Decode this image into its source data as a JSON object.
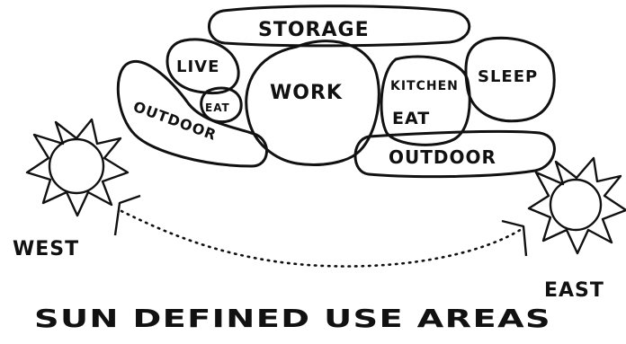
{
  "zones": {
    "storage": "STORAGE",
    "live": "LIVE",
    "eat": "EAT",
    "work": "WORK",
    "outdoor_west": "OUTDOOR",
    "kitchen": "KITCHEN",
    "kitchen_eat": "EAT",
    "sleep": "SLEEP",
    "outdoor_east": "OUTDOOR"
  },
  "compass": {
    "west": "WEST",
    "east": "EAST"
  },
  "caption": "SUN DEFINED USE AREAS"
}
